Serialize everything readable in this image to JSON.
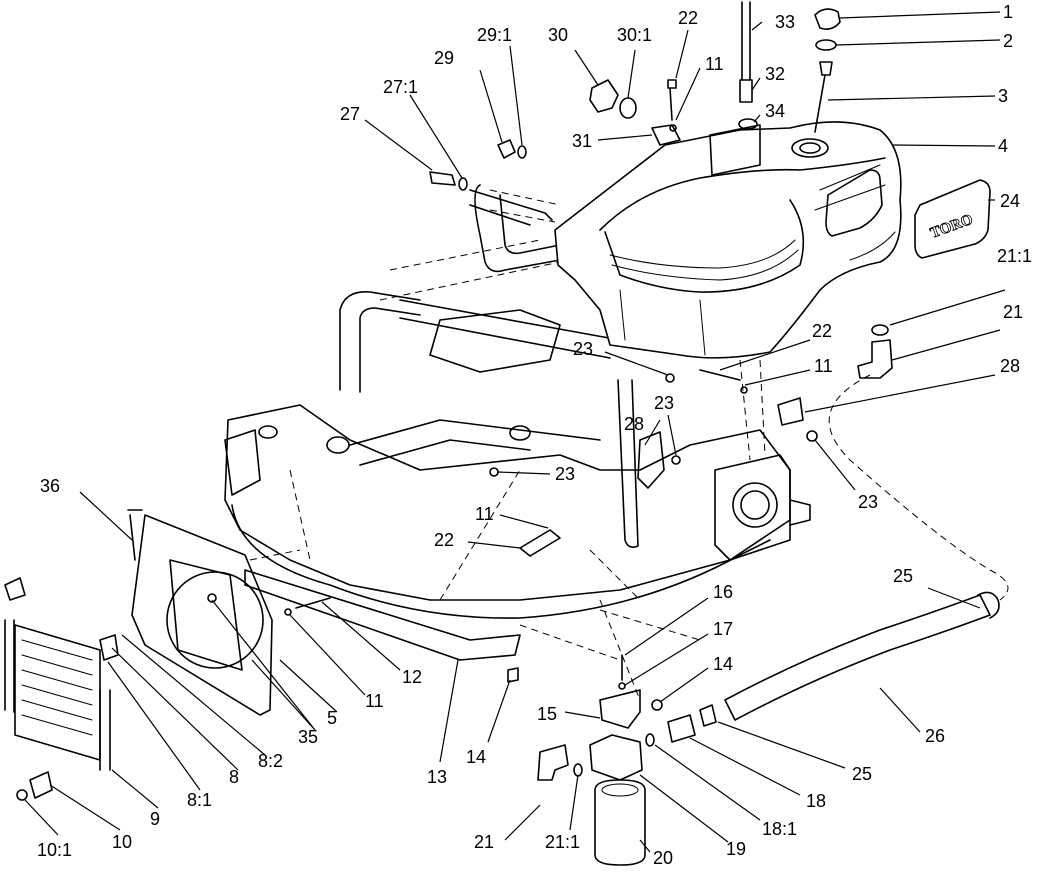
{
  "tank_emblem": "TORO",
  "callouts": [
    {
      "id": "c1",
      "label": "1"
    },
    {
      "id": "c2",
      "label": "2"
    },
    {
      "id": "c3",
      "label": "3"
    },
    {
      "id": "c4",
      "label": "4"
    },
    {
      "id": "c5",
      "label": "5"
    },
    {
      "id": "c8",
      "label": "8"
    },
    {
      "id": "c8_1",
      "label": "8:1"
    },
    {
      "id": "c8_2",
      "label": "8:2"
    },
    {
      "id": "c9",
      "label": "9"
    },
    {
      "id": "c10",
      "label": "10"
    },
    {
      "id": "c10_1",
      "label": "10:1"
    },
    {
      "id": "c11a",
      "label": "11"
    },
    {
      "id": "c11b",
      "label": "11"
    },
    {
      "id": "c11c",
      "label": "11"
    },
    {
      "id": "c11d",
      "label": "11"
    },
    {
      "id": "c12",
      "label": "12"
    },
    {
      "id": "c13",
      "label": "13"
    },
    {
      "id": "c14a",
      "label": "14"
    },
    {
      "id": "c14b",
      "label": "14"
    },
    {
      "id": "c15",
      "label": "15"
    },
    {
      "id": "c16",
      "label": "16"
    },
    {
      "id": "c17",
      "label": "17"
    },
    {
      "id": "c18",
      "label": "18"
    },
    {
      "id": "c18_1",
      "label": "18:1"
    },
    {
      "id": "c19",
      "label": "19"
    },
    {
      "id": "c20",
      "label": "20"
    },
    {
      "id": "c21a",
      "label": "21"
    },
    {
      "id": "c21b",
      "label": "21"
    },
    {
      "id": "c21_1a",
      "label": "21:1"
    },
    {
      "id": "c21_1b",
      "label": "21:1"
    },
    {
      "id": "c22a",
      "label": "22"
    },
    {
      "id": "c22b",
      "label": "22"
    },
    {
      "id": "c22c",
      "label": "22"
    },
    {
      "id": "c23a",
      "label": "23"
    },
    {
      "id": "c23b",
      "label": "23"
    },
    {
      "id": "c23c",
      "label": "23"
    },
    {
      "id": "c23d",
      "label": "23"
    },
    {
      "id": "c24",
      "label": "24"
    },
    {
      "id": "c25a",
      "label": "25"
    },
    {
      "id": "c25b",
      "label": "25"
    },
    {
      "id": "c26",
      "label": "26"
    },
    {
      "id": "c27",
      "label": "27"
    },
    {
      "id": "c27_1",
      "label": "27:1"
    },
    {
      "id": "c28a",
      "label": "28"
    },
    {
      "id": "c28b",
      "label": "28"
    },
    {
      "id": "c29",
      "label": "29"
    },
    {
      "id": "c29_1",
      "label": "29:1"
    },
    {
      "id": "c30",
      "label": "30"
    },
    {
      "id": "c30_1",
      "label": "30:1"
    },
    {
      "id": "c31",
      "label": "31"
    },
    {
      "id": "c32",
      "label": "32"
    },
    {
      "id": "c33",
      "label": "33"
    },
    {
      "id": "c34",
      "label": "34"
    },
    {
      "id": "c35",
      "label": "35"
    },
    {
      "id": "c36",
      "label": "36"
    }
  ]
}
